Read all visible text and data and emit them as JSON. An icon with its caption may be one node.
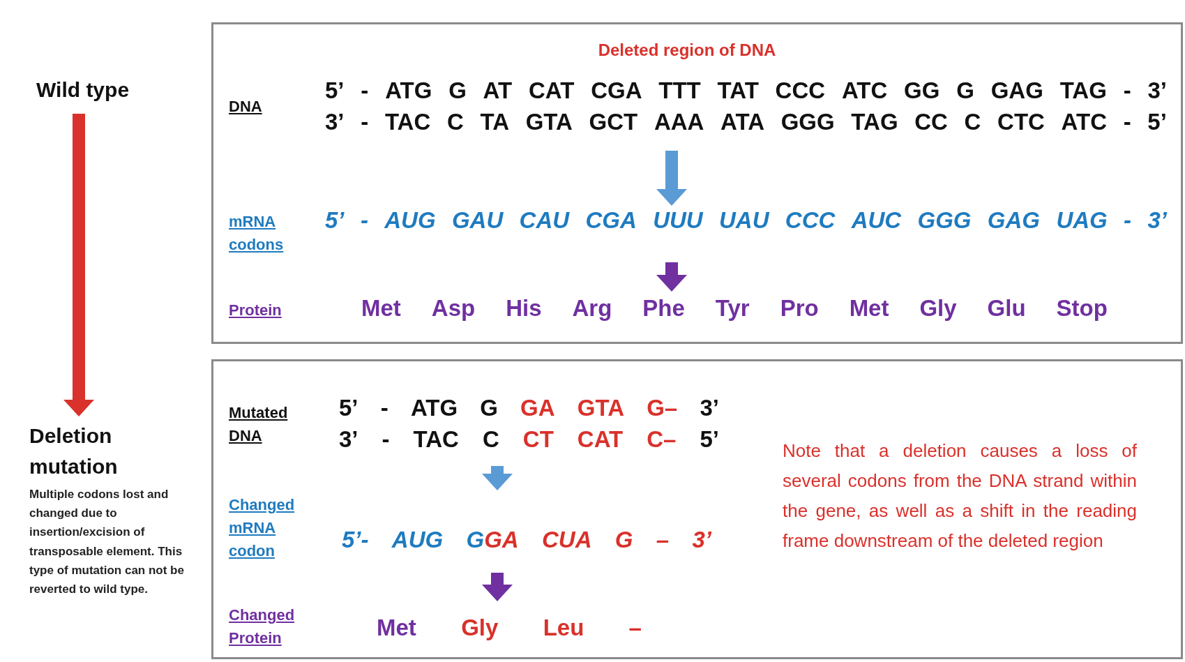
{
  "diagram": {
    "nodes": [
      {
        "text": [
          "Wild type"
        ]
      },
      {
        "text": [
          "Deletion mutation",
          "Multiple codons lost and changed due to insertion/excision of transposable element. This type of mutation can not be reverted to wild type."
        ]
      },
      {
        "text": [],
        "shape": "box"
      },
      {
        "text": [
          "DNA",
          "5’ - ATG G AT CAT CGA TTT TAT CCC ATC GG G GAG TAG - 3’",
          "3’ - TAC C TA GTA GCT AAA ATA GGG TAG CC C CTC ATC - 5’"
        ],
        "in": 2
      },
      {
        "text": [
          "mRNA codons",
          "5’ - AUG GAU CAU CGA UUU UAU CCC AUC GGG GAG UAG - 3’"
        ],
        "in": 2
      },
      {
        "text": [
          "Protein",
          "Met Asp His Arg Phe Tyr Pro Met Gly Glu Stop"
        ],
        "in": 2
      },
      {
        "text": [],
        "shape": "box"
      },
      {
        "text": [
          "Mutated DNA",
          "5’ - ATG G GA GTA G– 3’",
          "3’ - TAC C CT CAT C– 5’"
        ],
        "in": 6
      },
      {
        "text": [
          "Changed mRNA codon",
          "5’- AUG GGA CUA G – 3’"
        ],
        "in": 6
      },
      {
        "text": [
          "Changed Protein",
          "Met Gly Leu –"
        ],
        "in": 6
      }
    ],
    "edges": [
      {
        "from": 0,
        "to": 1,
        "arrow": "to",
        "color": "#d9312b"
      },
      {
        "from": 3,
        "to": 4,
        "arrow": "to",
        "color": "#5b9bd5"
      },
      {
        "from": 4,
        "to": 5,
        "arrow": "to",
        "color": "#7030a0"
      },
      {
        "from": 7,
        "to": 8,
        "arrow": "to",
        "color": "#5b9bd5"
      },
      {
        "from": 8,
        "to": 9,
        "arrow": "to",
        "color": "#7030a0"
      }
    ],
    "labels": [
      "Deleted region of DNA",
      "Note that a deletion causes a loss of several codons from the DNA strand within the gene, as well as a shift in the reading frame downstream of the deleted region"
    ]
  }
}
